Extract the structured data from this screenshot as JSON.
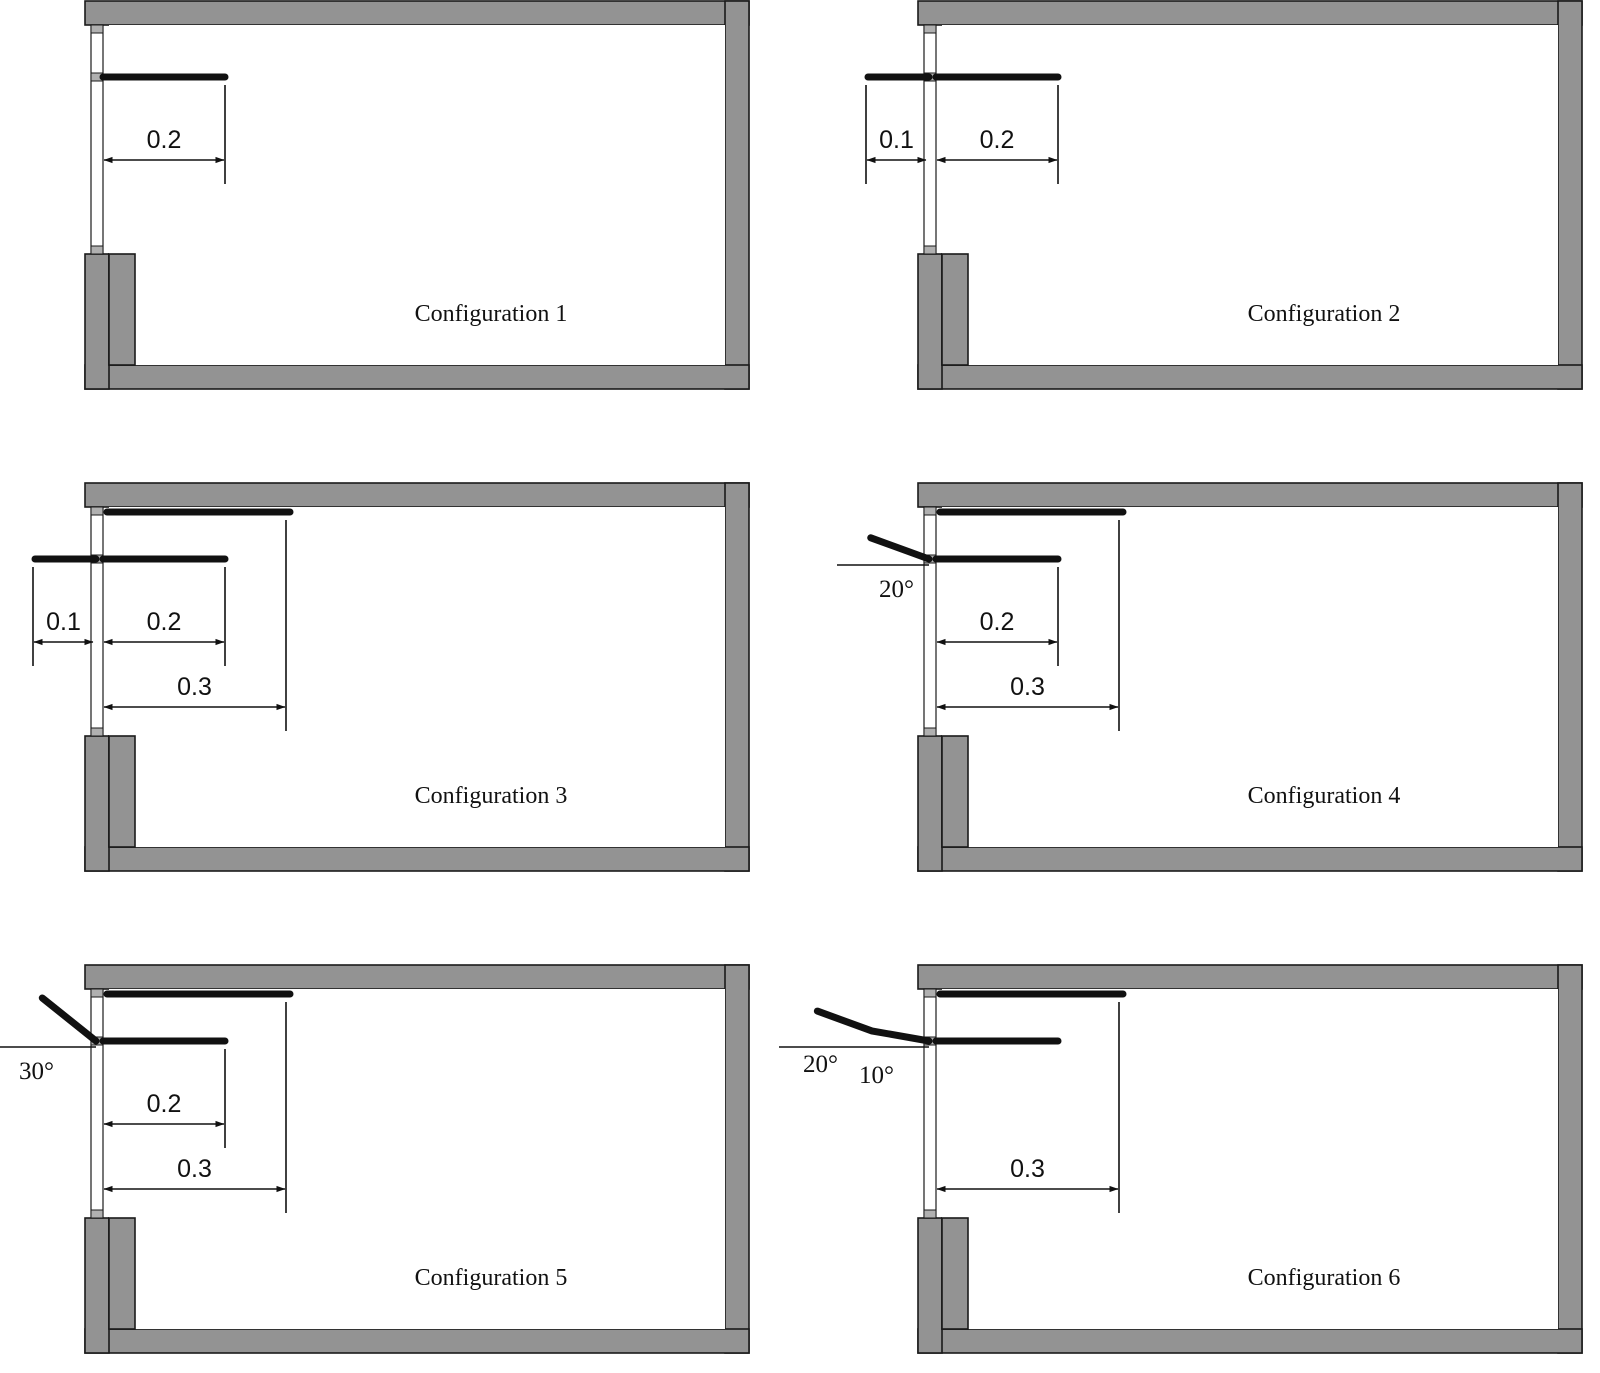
{
  "panels": [
    {
      "caption": "Configuration 1",
      "has_top_shelf": false,
      "dims": [
        {
          "side": "inside",
          "length": 0.2,
          "row": 1,
          "label": "0.2"
        }
      ],
      "outer_shelf": {
        "kind": "none"
      }
    },
    {
      "caption": "Configuration 2",
      "has_top_shelf": false,
      "dims": [
        {
          "side": "outside",
          "length": 0.1,
          "row": 1,
          "label": "0.1"
        },
        {
          "side": "inside",
          "length": 0.2,
          "row": 1,
          "label": "0.2"
        }
      ],
      "outer_shelf": {
        "kind": "horizontal",
        "length": 0.1
      }
    },
    {
      "caption": "Configuration 3",
      "has_top_shelf": true,
      "dims": [
        {
          "side": "outside",
          "length": 0.1,
          "row": 1,
          "label": "0.1"
        },
        {
          "side": "inside",
          "length": 0.2,
          "row": 1,
          "label": "0.2"
        },
        {
          "side": "inside",
          "length": 0.3,
          "row": 2,
          "label": "0.3"
        }
      ],
      "outer_shelf": {
        "kind": "horizontal",
        "length": 0.1
      }
    },
    {
      "caption": "Configuration 4",
      "has_top_shelf": true,
      "dims": [
        {
          "side": "inside",
          "length": 0.2,
          "row": 1,
          "label": "0.2"
        },
        {
          "side": "inside",
          "length": 0.3,
          "row": 2,
          "label": "0.3"
        }
      ],
      "outer_shelf": {
        "kind": "tilted",
        "segments": [
          20
        ],
        "labels": [
          "20°"
        ]
      }
    },
    {
      "caption": "Configuration 5",
      "has_top_shelf": true,
      "dims": [
        {
          "side": "inside",
          "length": 0.2,
          "row": 1,
          "label": "0.2"
        },
        {
          "side": "inside",
          "length": 0.3,
          "row": 2,
          "label": "0.3"
        }
      ],
      "outer_shelf": {
        "kind": "tilted",
        "segments": [
          30
        ],
        "labels": [
          "30°"
        ]
      }
    },
    {
      "caption": "Configuration 6",
      "has_top_shelf": true,
      "dims": [
        {
          "side": "inside",
          "length": 0.3,
          "row": 2,
          "label": "0.3"
        }
      ],
      "outer_shelf": {
        "kind": "tilted",
        "segments": [
          10,
          20
        ],
        "labels": [
          "20°",
          "10°"
        ]
      }
    }
  ]
}
